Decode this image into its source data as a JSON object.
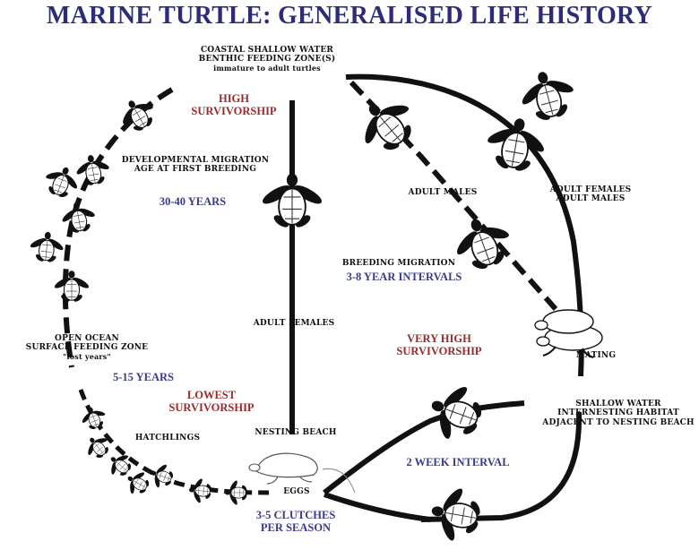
{
  "title": "MARINE TURTLE: GENERALISED LIFE HISTORY",
  "labels": {
    "coastal_line1": "COASTAL SHALLOW WATER",
    "coastal_line2": "BENTHIC FEEDING ZONE(S)",
    "coastal_line3": "immature to adult turtles",
    "high_surv_1": "HIGH",
    "high_surv_2": "SURVIVORSHIP",
    "dev_mig_1": "DEVELOPMENTAL MIGRATION",
    "dev_mig_2": "AGE AT FIRST BREEDING",
    "years_30_40": "30-40 YEARS",
    "adult_males_left": "ADULT MALES",
    "adult_fm_1": "ADULT FEMALES",
    "adult_fm_2": "ADULT MALES",
    "breeding_mig": "BREEDING MIGRATION",
    "year_intervals": "3-8 YEAR INTERVALS",
    "adult_females_center": "ADULT FEMALES",
    "open_ocean_1": "OPEN OCEAN",
    "open_ocean_2": "SURFACE FEEDING ZONE",
    "open_ocean_3": "\"lost years\"",
    "very_high_1": "VERY HIGH",
    "very_high_2": "SURVIVORSHIP",
    "mating": "MATING",
    "years_5_15": "5-15 YEARS",
    "lowest_1": "LOWEST",
    "lowest_2": "SURVIVORSHIP",
    "shallow_1": "SHALLOW WATER",
    "shallow_2": "INTERNESTING HABITAT",
    "shallow_3": "ADJACENT TO NESTING BEACH",
    "hatchlings": "HATCHLINGS",
    "nesting_beach": "NESTING BEACH",
    "two_week": "2 WEEK INTERVAL",
    "eggs": "EGGS",
    "clutches_1": "3-5 CLUTCHES",
    "clutches_2": "PER SEASON"
  }
}
